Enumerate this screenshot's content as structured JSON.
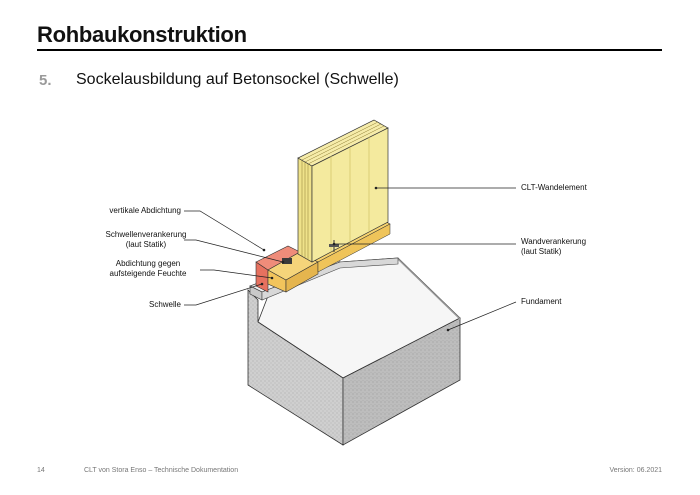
{
  "header": {
    "title": "Rohbaukonstruktion"
  },
  "section": {
    "number": "5.",
    "title": "Sockelausbildung auf Betonsockel (Schwelle)"
  },
  "labels": {
    "vertikale_abdichtung": "vertikale Abdichtung",
    "schwellenverankerung_1": "Schwellenverankerung",
    "schwellenverankerung_2": "(laut Statik)",
    "abdichtung_1": "Abdichtung gegen",
    "abdichtung_2": "aufsteigende Feuchte",
    "schwelle": "Schwelle",
    "clt_wandelement": "CLT-Wandelement",
    "wandverankerung_1": "Wandverankerung",
    "wandverankerung_2": "(laut Statik)",
    "fundament": "Fundament"
  },
  "footer": {
    "page_number": "14",
    "doc_title": "CLT von Stora Enso – Technische Dokumentation",
    "version": "Version: 06.2021"
  },
  "colors": {
    "clt_wood": "#f4ea9e",
    "sill_wood": "#f2c45c",
    "seal_red": "#e7715f",
    "concrete_top": "#f7f7f7",
    "concrete_side": "#cfcfcf",
    "concrete_front": "#b9b9b9"
  }
}
